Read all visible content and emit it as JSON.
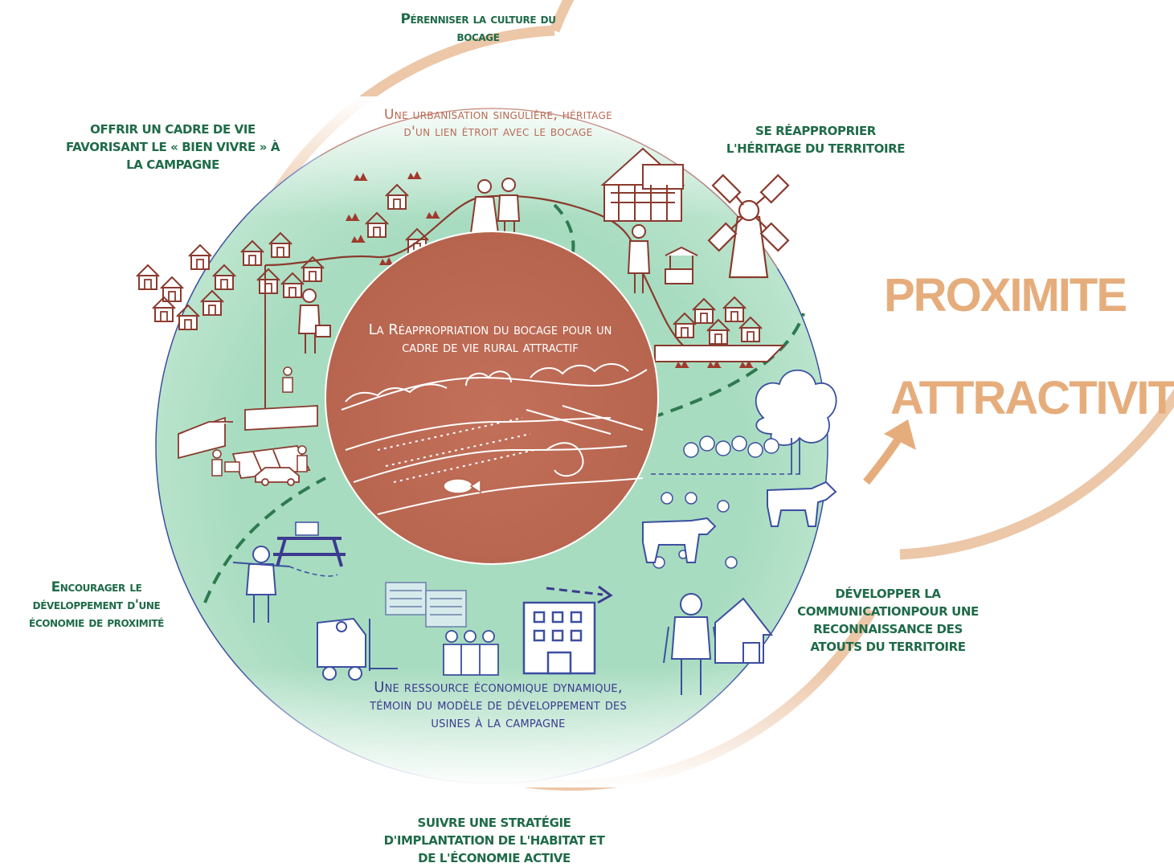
{
  "outer_labels": {
    "perenniser": "Pérenniser la culture du bocage",
    "offrir": "offrir un cadre de vie favorisant le « bien vivre » à la campagne",
    "reapproprier": "se réapproprier l'héritage du territoire",
    "encourager": "Encourager le développement d'une économie de proximité",
    "developper": "développer la communicationpour une reconnaissance des atouts du territoire",
    "suivre": "suivre une stratégie d'implantation de l'habitat et de l'économie active"
  },
  "ring_labels": {
    "urbanisation": "Une urbanisation singulière, héritage d'un lien étroit avec le bocage",
    "ressource": "Une ressource économique dynamique, témoin du modèle de développement des usines à la campagne"
  },
  "center": {
    "text": "La Réappropriation du bocage pour un cadre de vie rural attractif"
  },
  "side": {
    "proximite": "PROXIMITE",
    "attractivite": "ATTRACTIVITE"
  },
  "colors": {
    "green_disc": "#a8dcc0",
    "center_disc": "#c2705a",
    "outer_ring": "#ecc7a8",
    "label_green": "#1f6b48",
    "accent_orange": "#e6ad7c",
    "urbanisation_text": "#b96a55",
    "ressource_text": "#3b3b8f"
  },
  "icons": [
    "house-icon",
    "windmill-icon",
    "couple-icon",
    "farmer-icon",
    "cow-icon",
    "tree-icon",
    "factory-icon",
    "forklift-icon",
    "workers-icon",
    "office-building-icon",
    "picnic-table-icon",
    "car-icon",
    "fish-icon",
    "well-icon",
    "barn-icon"
  ]
}
